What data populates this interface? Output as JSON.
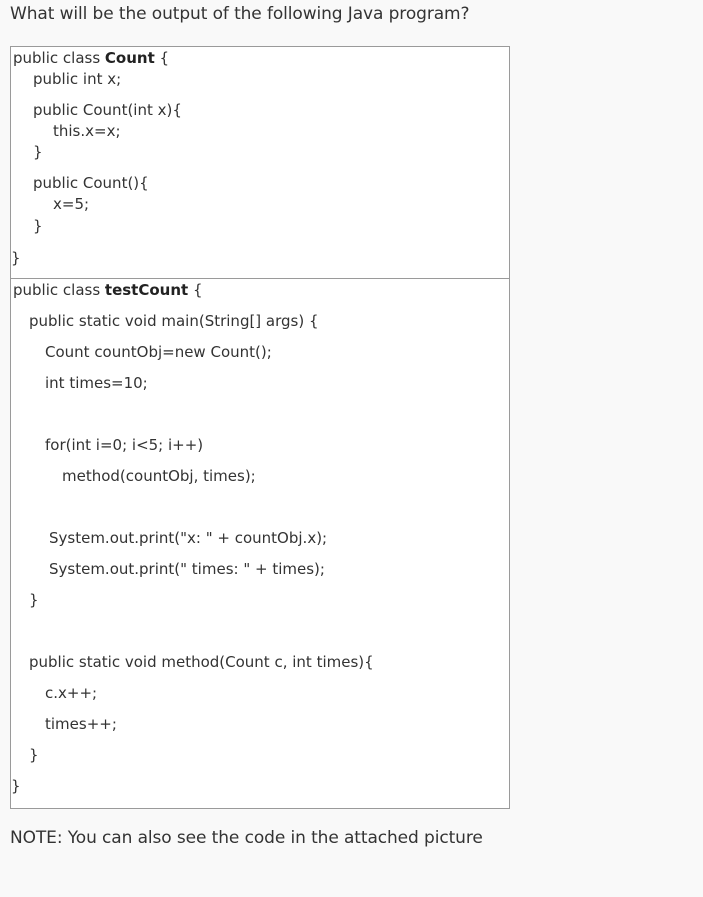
{
  "question": "What will be the output of the following Java program?",
  "code_block_1": {
    "class_decl_prefix": "public class ",
    "class_name": "Count",
    "class_decl_suffix": " {",
    "lines": [
      "public int x;",
      "public Count(int x){",
      "this.x=x;",
      "}",
      "public Count(){",
      "x=5;",
      "}",
      "}"
    ]
  },
  "code_block_2": {
    "class_decl_prefix": "public class ",
    "class_name": "testCount",
    "class_decl_suffix": " {",
    "lines": [
      "public static void main(String[] args) {",
      "Count countObj=new Count();",
      "int times=10;",
      "for(int i=0; i<5; i++)",
      "method(countObj, times);",
      "System.out.print(\"x: \" + countObj.x);",
      "System.out.print(\" times: \" + times);",
      "}",
      "public static void method(Count c, int times){",
      "c.x++;",
      "times++;",
      "}",
      "}"
    ]
  },
  "note": "NOTE: You can also see the code in the attached picture"
}
